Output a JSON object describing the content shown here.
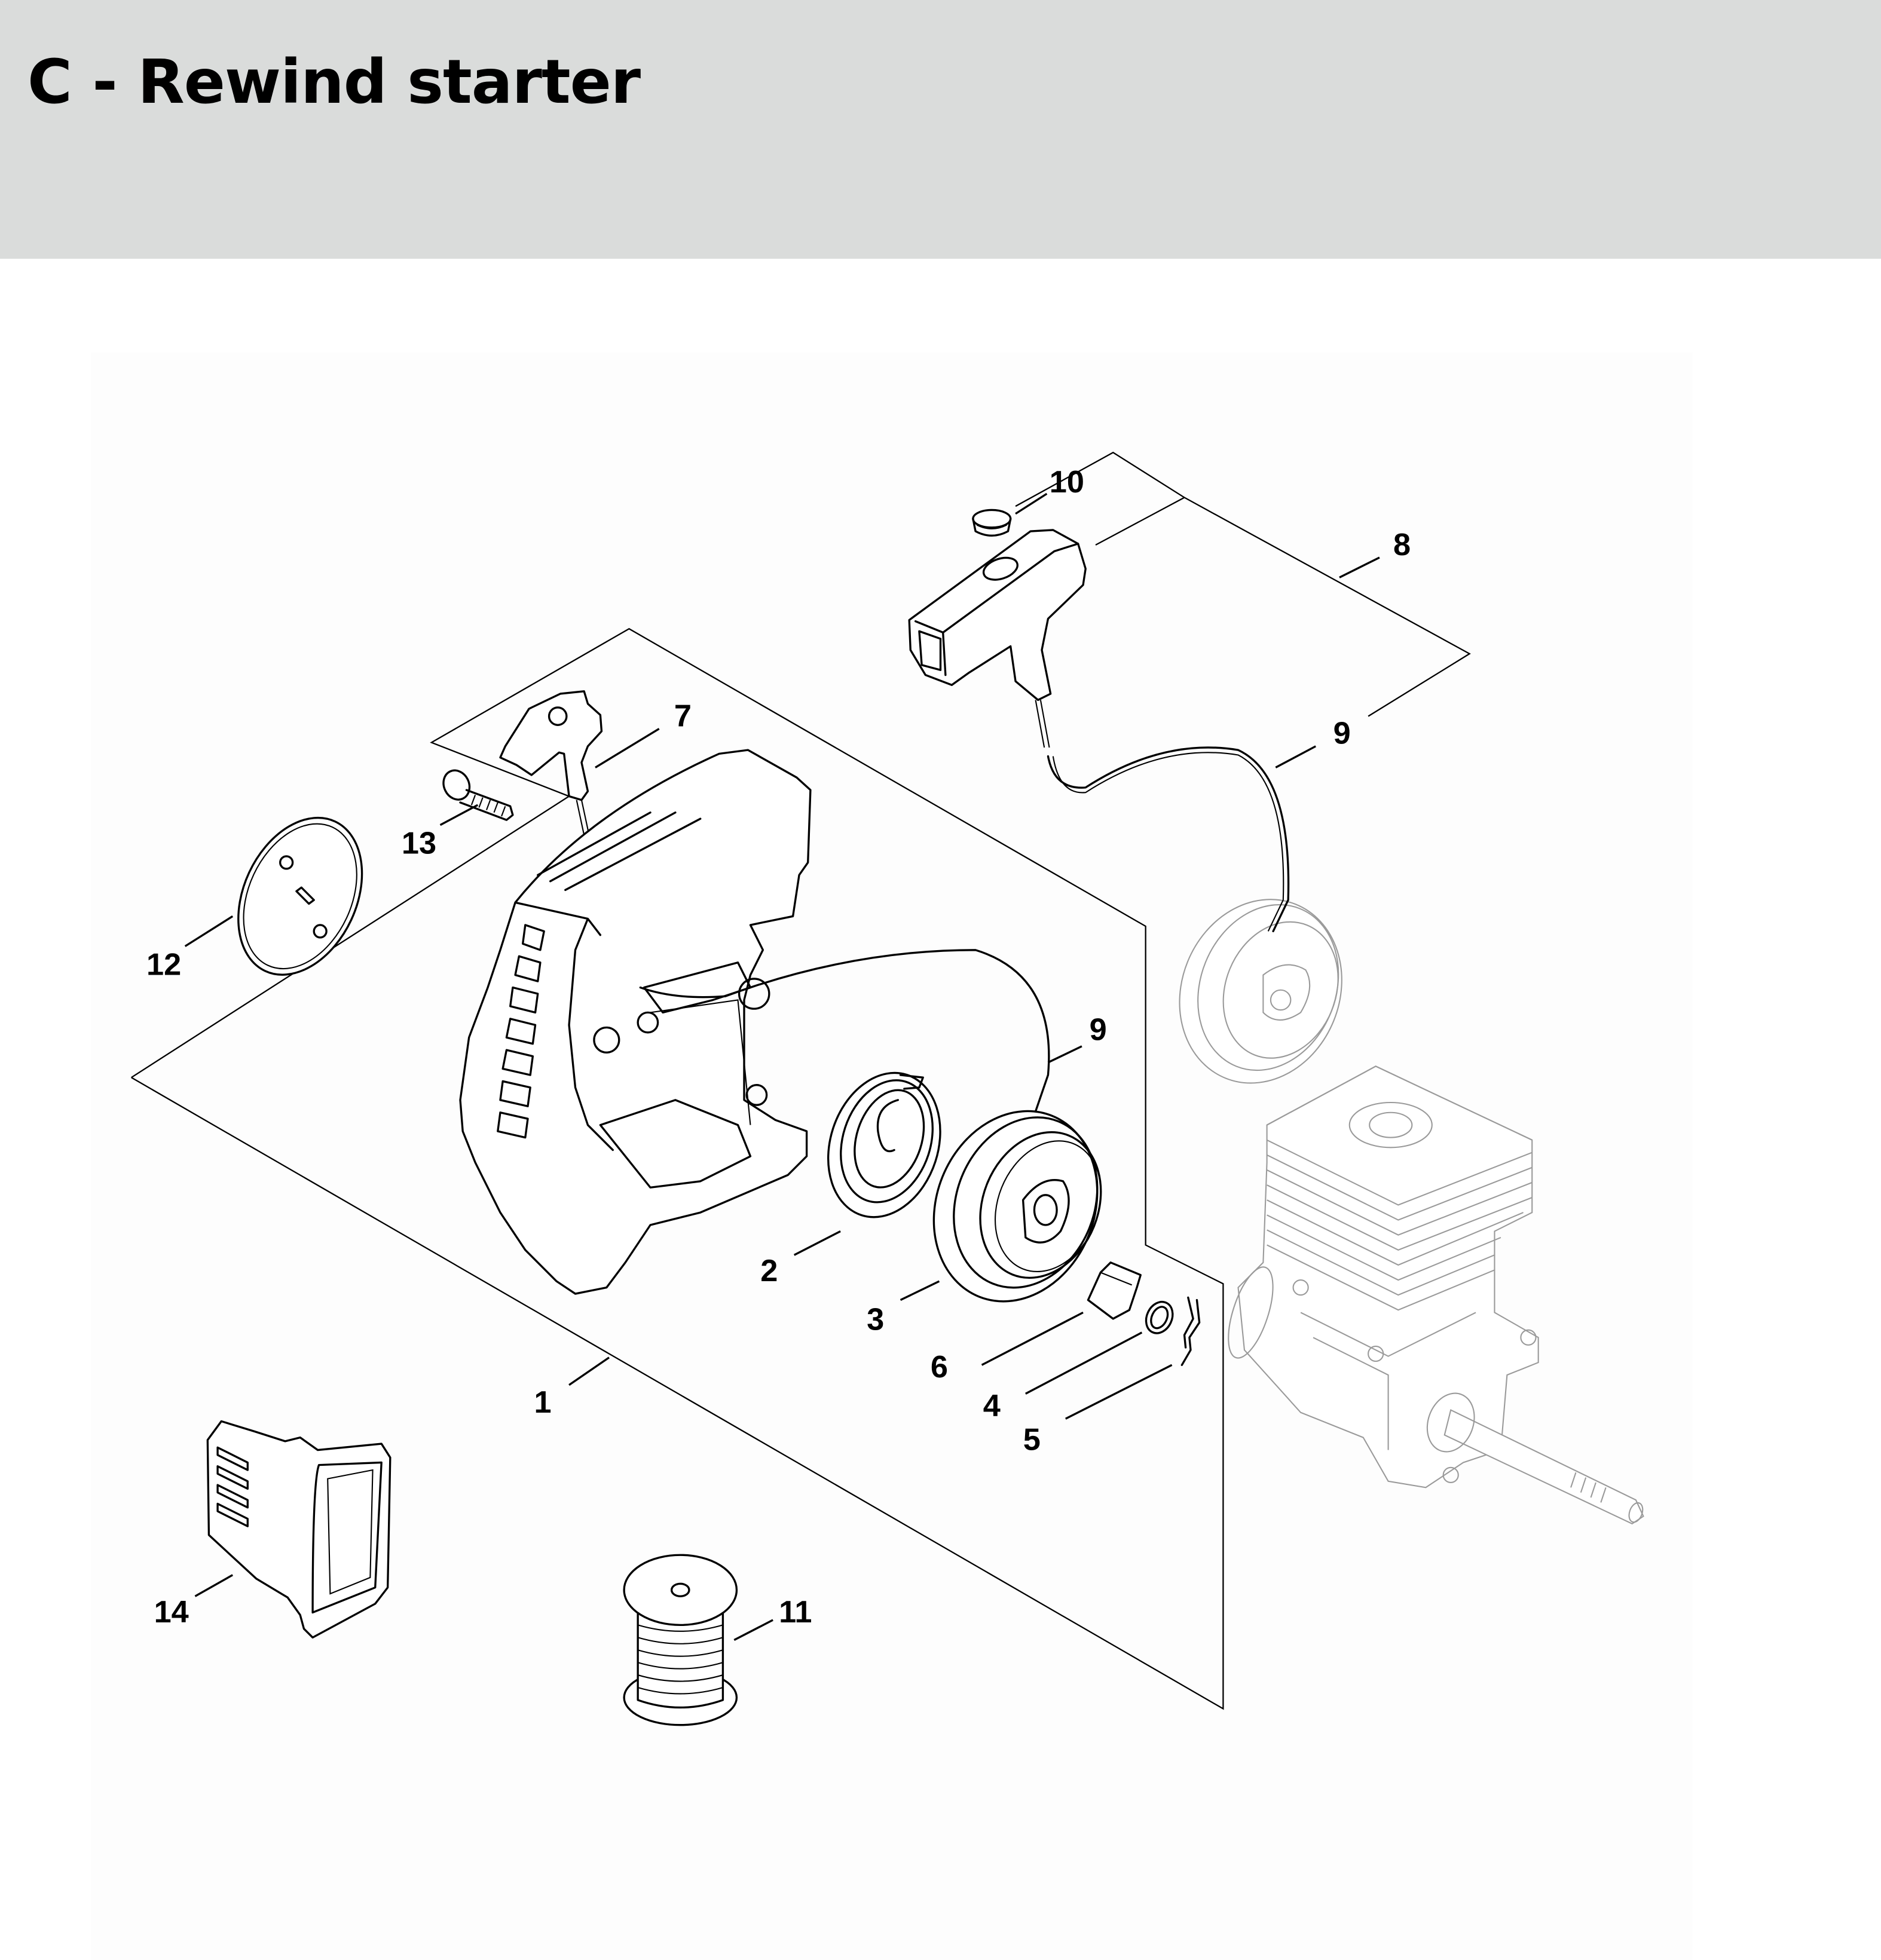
{
  "page": {
    "title": "C - Rewind starter"
  },
  "diagram": {
    "name": "Rewind starter exploded parts diagram",
    "colors": {
      "header_background": "#dadcdb",
      "line": "#000000",
      "context_parts": "#9a9a9a"
    },
    "callouts": [
      {
        "id": "c10",
        "number": "10",
        "part": "plug"
      },
      {
        "id": "c8",
        "number": "8",
        "part": "starter grip kit"
      },
      {
        "id": "c9a",
        "number": "9",
        "part": "starter rope"
      },
      {
        "id": "c7",
        "number": "7",
        "part": "starter grip"
      },
      {
        "id": "c13",
        "number": "13",
        "part": "screw"
      },
      {
        "id": "c12",
        "number": "12",
        "part": "cover plate"
      },
      {
        "id": "c9b",
        "number": "9",
        "part": "starter rope"
      },
      {
        "id": "c2",
        "number": "2",
        "part": "rewind spring"
      },
      {
        "id": "c3",
        "number": "3",
        "part": "rope rotor"
      },
      {
        "id": "c6",
        "number": "6",
        "part": "pawl"
      },
      {
        "id": "c4",
        "number": "4",
        "part": "washer"
      },
      {
        "id": "c5",
        "number": "5",
        "part": "spring clip"
      },
      {
        "id": "c1",
        "number": "1",
        "part": "fan housing"
      },
      {
        "id": "c14",
        "number": "14",
        "part": "air guide"
      },
      {
        "id": "c11",
        "number": "11",
        "part": "rope spool"
      }
    ]
  }
}
